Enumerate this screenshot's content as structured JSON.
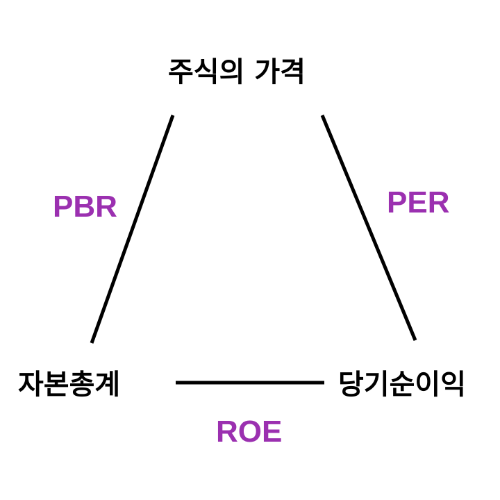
{
  "nodes": {
    "price": "주식의 가격",
    "equity": "자본총계",
    "net_income": "당기순이익"
  },
  "edges": {
    "pbr": "PBR",
    "per": "PER",
    "roe": "ROE"
  },
  "colors": {
    "node_text": "#000000",
    "edge_label": "#9b30b0",
    "line": "#000000",
    "background": "#ffffff"
  }
}
